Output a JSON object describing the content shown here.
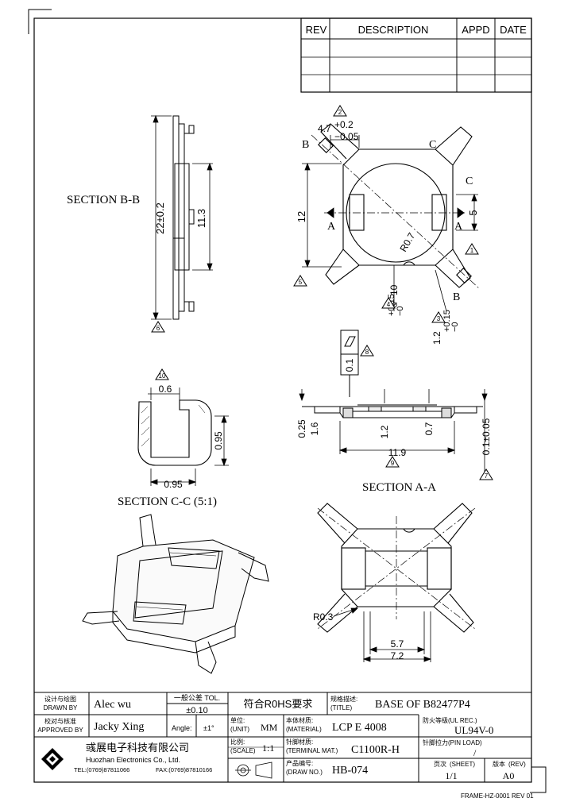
{
  "revision_table": {
    "headers": [
      "REV",
      "DESCRIPTION",
      "APPD",
      "DATE"
    ]
  },
  "section_labels": {
    "bb": "SECTION B-B",
    "aa": "SECTION A-A",
    "cc": "SECTION C-C (5:1)"
  },
  "dimensions": {
    "d_4_7": "4.7",
    "d_4_7_plus": "+0.2",
    "d_4_7_minus": "−0.05",
    "d_12": "12",
    "d_5": "5",
    "d_r07": "R0.7",
    "d_10": "10",
    "d_10_plus": "+0.15",
    "d_10_minus": "−0",
    "d_1_2": "1.2",
    "d_1_2_plus": "+0.15",
    "d_1_2_minus": "−0",
    "d_22": "22±0.2",
    "d_11_3": "11.3",
    "d_0_6": "0.6",
    "d_0_95_v": "0.95",
    "d_0_95_h": "0.95",
    "d_0_1": "0.1",
    "d_0_25": "0.25",
    "d_1_6": "1.6",
    "d_1_2_aa": "1.2",
    "d_0_7": "0.7",
    "d_11_9": "11.9",
    "d_0_1_pm": "0.1±0.05",
    "d_r03": "R0.3",
    "d_5_7": "5.7",
    "d_7_2": "7.2"
  },
  "callouts": {
    "c1": "1",
    "c2": "2",
    "c3": "3",
    "c4": "4",
    "c5": "5",
    "c6": "6",
    "c7": "7",
    "c8": "8",
    "c9": "9",
    "c10": "10"
  },
  "section_marks": {
    "a": "A",
    "b": "B",
    "c": "C"
  },
  "title_block": {
    "designer_cn": "设计与绘图",
    "designer_en": "DRAWN BY",
    "designer_name": "Alec wu",
    "approver_cn": "校对与核准",
    "approver_en": "APPROVED BY",
    "approver_name": "Jacky Xing",
    "tol_header": "一般公差 TOL.",
    "tol_linear": "±0.10",
    "tol_angle_label": "Angle:",
    "tol_angle_value": "±1°",
    "rohs": "符合R0HS要求",
    "unit_cn": "单位:",
    "unit_en": "(UNIT)",
    "unit_value": "MM",
    "scale_cn": "比例:",
    "scale_en": "(SCALE)",
    "scale_value": "1:1",
    "title_cn": "规格描述:",
    "title_en": "(TITLE)",
    "title_value": "BASE OF B82477P4",
    "material_cn": "本体材质:",
    "material_en": "(MATERIAL)",
    "material_value": "LCP E  4008",
    "terminal_cn": "针脚材质:",
    "terminal_en": "(TERMINAL MAT.)",
    "terminal_value": "C1100R-H",
    "drawno_cn": "产品编号:",
    "drawno_en": "(DRAW NO.)",
    "drawno_value": "HB-074",
    "ul_label": "防火等级(UL REC.)",
    "ul_value": "UL94V-0",
    "pinload_label": "针脚拉力(PIN LOAD)",
    "pinload_value": "/",
    "sheet_cn": "页次",
    "sheet_en": "(SHEET)",
    "sheet_value": "1/1",
    "rev_cn": "版本",
    "rev_en": "(REV)",
    "rev_value": "A0",
    "company_cn": "彧展电子科技有限公司",
    "company_en": "Huozhan Electronics Co., Ltd.",
    "tel": "TEL:(0769)87811066",
    "fax": "FAX:(0769)87810166",
    "frame_ref": "FRAME-HZ-0001 REV 01"
  }
}
